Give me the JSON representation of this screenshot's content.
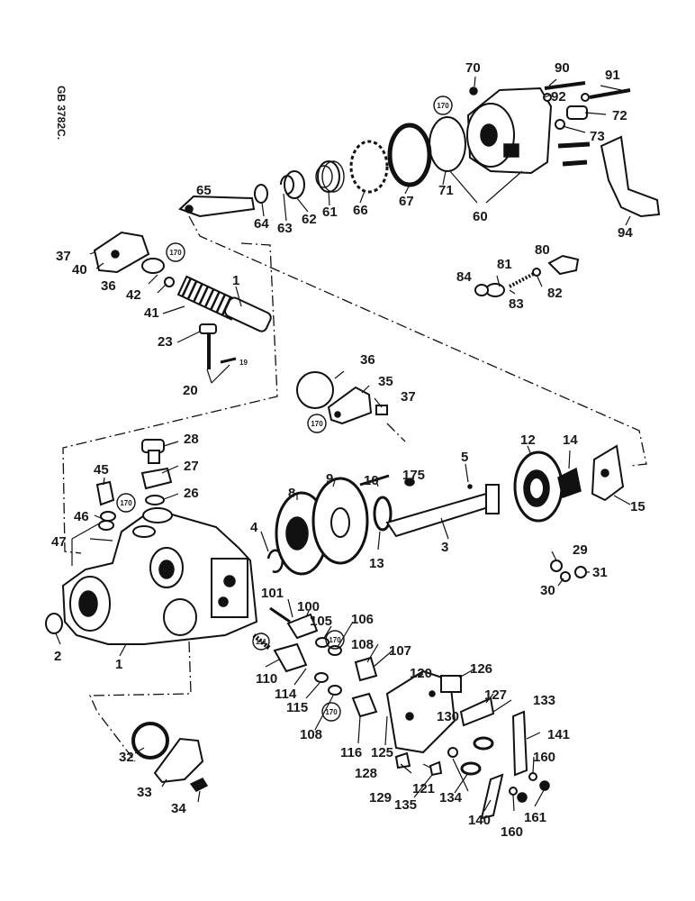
{
  "drawing_code": "GB 3782C.",
  "labels": {
    "l1a": "1",
    "l1b": "1",
    "l2": "2",
    "l3": "3",
    "l4": "4",
    "l5": "5",
    "l8": "8",
    "l9": "9",
    "l10": "10",
    "l12": "12",
    "l13": "13",
    "l14": "14",
    "l15": "15",
    "l20": "20",
    "l23": "23",
    "l26": "26",
    "l27": "27",
    "l28": "28",
    "l29": "29",
    "l30": "30",
    "l31": "31",
    "l32": "32",
    "l33": "33",
    "l34": "34",
    "l35": "35",
    "l36a": "36",
    "l36b": "36",
    "l37a": "37",
    "l37b": "37",
    "l40": "40",
    "l41": "41",
    "l42": "42",
    "l45": "45",
    "l46": "46",
    "l47": "47",
    "l60": "60",
    "l61": "61",
    "l62": "62",
    "l63": "63",
    "l64": "64",
    "l65": "65",
    "l66": "66",
    "l67": "67",
    "l70": "70",
    "l71": "71",
    "l72": "72",
    "l73": "73",
    "l80": "80",
    "l81": "81",
    "l82": "82",
    "l83": "83",
    "l84": "84",
    "l90": "90",
    "l91": "91",
    "l92": "92",
    "l94": "94",
    "l100": "100",
    "l101": "101",
    "l105": "105",
    "l106": "106",
    "l107": "107",
    "l108a": "108",
    "l108b": "108",
    "l110": "110",
    "l114": "114",
    "l115": "115",
    "l116": "116",
    "l120": "120",
    "l121": "121",
    "l125": "125",
    "l126": "126",
    "l127": "127",
    "l128": "128",
    "l129": "129",
    "l130": "130",
    "l133": "133",
    "l134": "134",
    "l135": "135",
    "l140": "140",
    "l141": "141",
    "l160a": "160",
    "l160b": "160",
    "l161": "161",
    "l175": "175"
  },
  "circled": {
    "c170a": "170",
    "c170b": "170",
    "c170c": "170",
    "c170d": "170",
    "c170e": "170",
    "c170f": "170",
    "c111": "111"
  },
  "callout_19": "19"
}
